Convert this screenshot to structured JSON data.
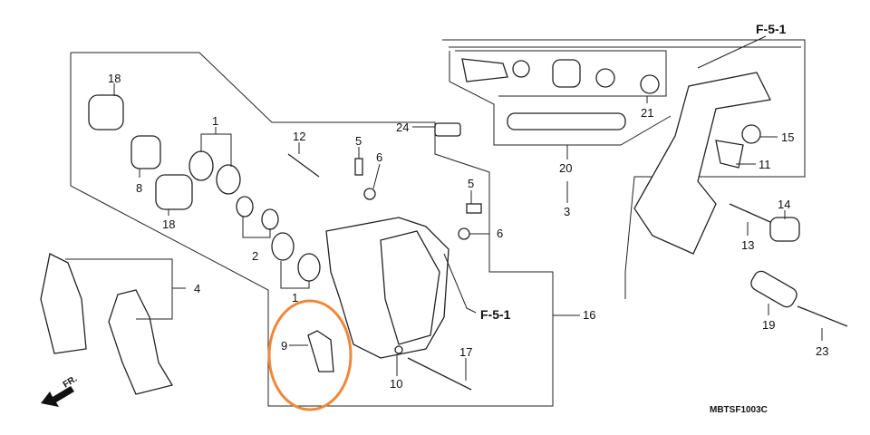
{
  "diagram": {
    "callouts": {
      "c18a": "18",
      "c1a": "1",
      "c8": "8",
      "c18b": "18",
      "c12": "12",
      "c5a": "5",
      "c6a": "6",
      "c24": "24",
      "c21": "21",
      "c20": "20",
      "c3": "3",
      "c5b": "5",
      "c6b": "6",
      "c2": "2",
      "c4": "4",
      "c1b": "1",
      "c9": "9",
      "c10": "10",
      "c17": "17",
      "c16": "16",
      "c15": "15",
      "c11": "11",
      "c14": "14",
      "c13": "13",
      "c19": "19",
      "c23": "23"
    },
    "references": {
      "top": "F-5-1",
      "middle": "F-5-1"
    },
    "direction_label": "FR.",
    "diagram_code": "MBTSF1003C",
    "highlight_color": "#f0873a"
  }
}
